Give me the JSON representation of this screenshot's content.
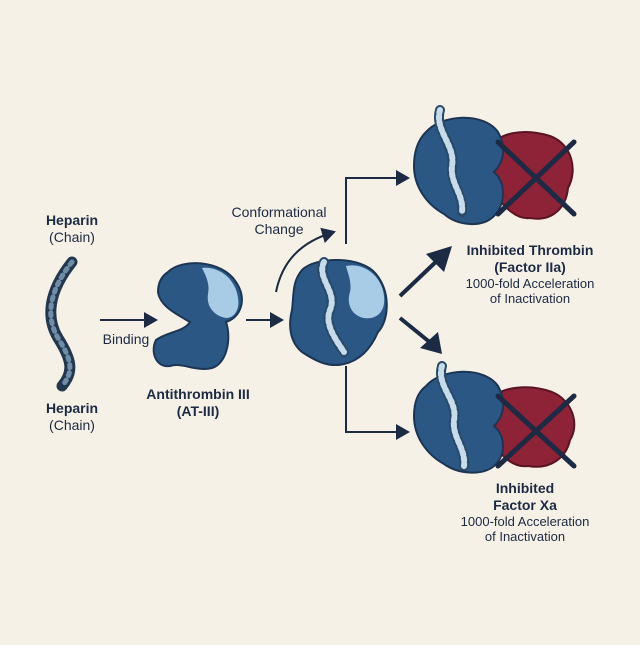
{
  "heparin_top": {
    "name": "Heparin",
    "sub": "(Chain)"
  },
  "heparin_bottom": {
    "name": "Heparin",
    "sub": "(Chain)"
  },
  "binding_label": "Binding",
  "at3": {
    "line1": "Antithrombin III",
    "line2": "(AT-III)"
  },
  "conformational": {
    "line1": "Conformational",
    "line2": "Change"
  },
  "thrombin": {
    "line1": "Inhibited Thrombin",
    "line2": "(Factor IIa)",
    "note1": "1000-fold Acceleration",
    "note2": "of Inactivation"
  },
  "factor_xa": {
    "line1": "Inhibited",
    "line2": "Factor Xa",
    "note1": "1000-fold Acceleration",
    "note2": "of Inactivation"
  },
  "colors": {
    "background": "#f6f1e6",
    "protein": "#2b5785",
    "protein_outline": "#1c3553",
    "pocket": "#a9cce6",
    "enzyme": "#8e2237",
    "arrow": "#1c2a44"
  }
}
